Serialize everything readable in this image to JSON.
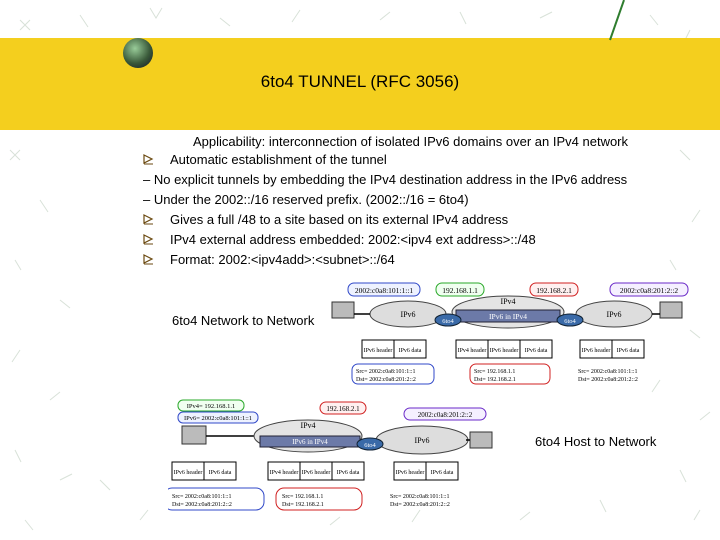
{
  "slide": {
    "title": "6to4 TUNNEL (RFC 3056)",
    "lines": [
      "Applicability: interconnection of isolated IPv6 domains over an IPv4 network",
      "Automatic establishment of the tunnel",
      "– No explicit tunnels by embedding the IPv4 destination address in the IPv6 address",
      "– Under the 2002::/16 reserved prefix. (2002::/16 = 6to4)",
      "Gives a full /48 to a site based on its external IPv4 address",
      "IPv4 external address embedded: 2002:<ipv4 ext address>::/48",
      "Format: 2002:<ipv4add>:<subnet>::/64"
    ],
    "label_n2n": "6to4 Network to Network",
    "label_h2n": "6to4 Host to Network"
  },
  "diagram_top": {
    "addr_tags": [
      "2002:c0a8:101:1::1",
      "192.168.1.1",
      "192.168.2.1",
      "2002:c0a8:201:2::2"
    ],
    "clouds": [
      "IPv6",
      "IPv4",
      "IPv6"
    ],
    "tunnel": "IPv6 in IPv4",
    "routers": [
      "6to4",
      "6to4"
    ],
    "packets": [
      [
        "IPv6 header",
        "IPv6 data"
      ],
      [
        "IPv4 header",
        "IPv6 header",
        "IPv6 data"
      ],
      [
        "IPv6 header",
        "IPv6 data"
      ]
    ],
    "addr_rows": [
      [
        "Src= 2002:c0a8:101:1::1",
        "Dst= 2002:c0a8:201:2::2"
      ],
      [
        "Src= 192.168.1.1",
        "Dst= 192.168.2.1"
      ],
      [
        "Src= 2002:c0a8:101:1::1",
        "Dst= 2002:c0a8:201:2::2"
      ]
    ]
  },
  "diagram_bottom": {
    "addr_tags": [
      "IPv4= 192.168.1.1",
      "IPv6= 2002:c0a8:101:1::1",
      "192.168.2.1",
      "2002:c0a8:201:2::2"
    ],
    "clouds": [
      "IPv4",
      "IPv6"
    ],
    "tunnel": "IPv6 in IPv4",
    "routers": [
      "6to4"
    ],
    "packets": [
      [
        "IPv6 header",
        "IPv6 data"
      ],
      [
        "IPv4 header",
        "IPv6 header",
        "IPv6 data"
      ],
      [
        "IPv6 header",
        "IPv6 data"
      ]
    ],
    "addr_rows": [
      [
        "Src= 2002:c0a8:101:1::1",
        "Dst= 2002:c0a8:201:2::2"
      ],
      [
        "Src= 192.168.1.1",
        "Dst= 192.168.2.1"
      ],
      [
        "Src= 2002:c0a8:101:1::1",
        "Dst= 2002:c0a8:201:2::2"
      ]
    ]
  }
}
